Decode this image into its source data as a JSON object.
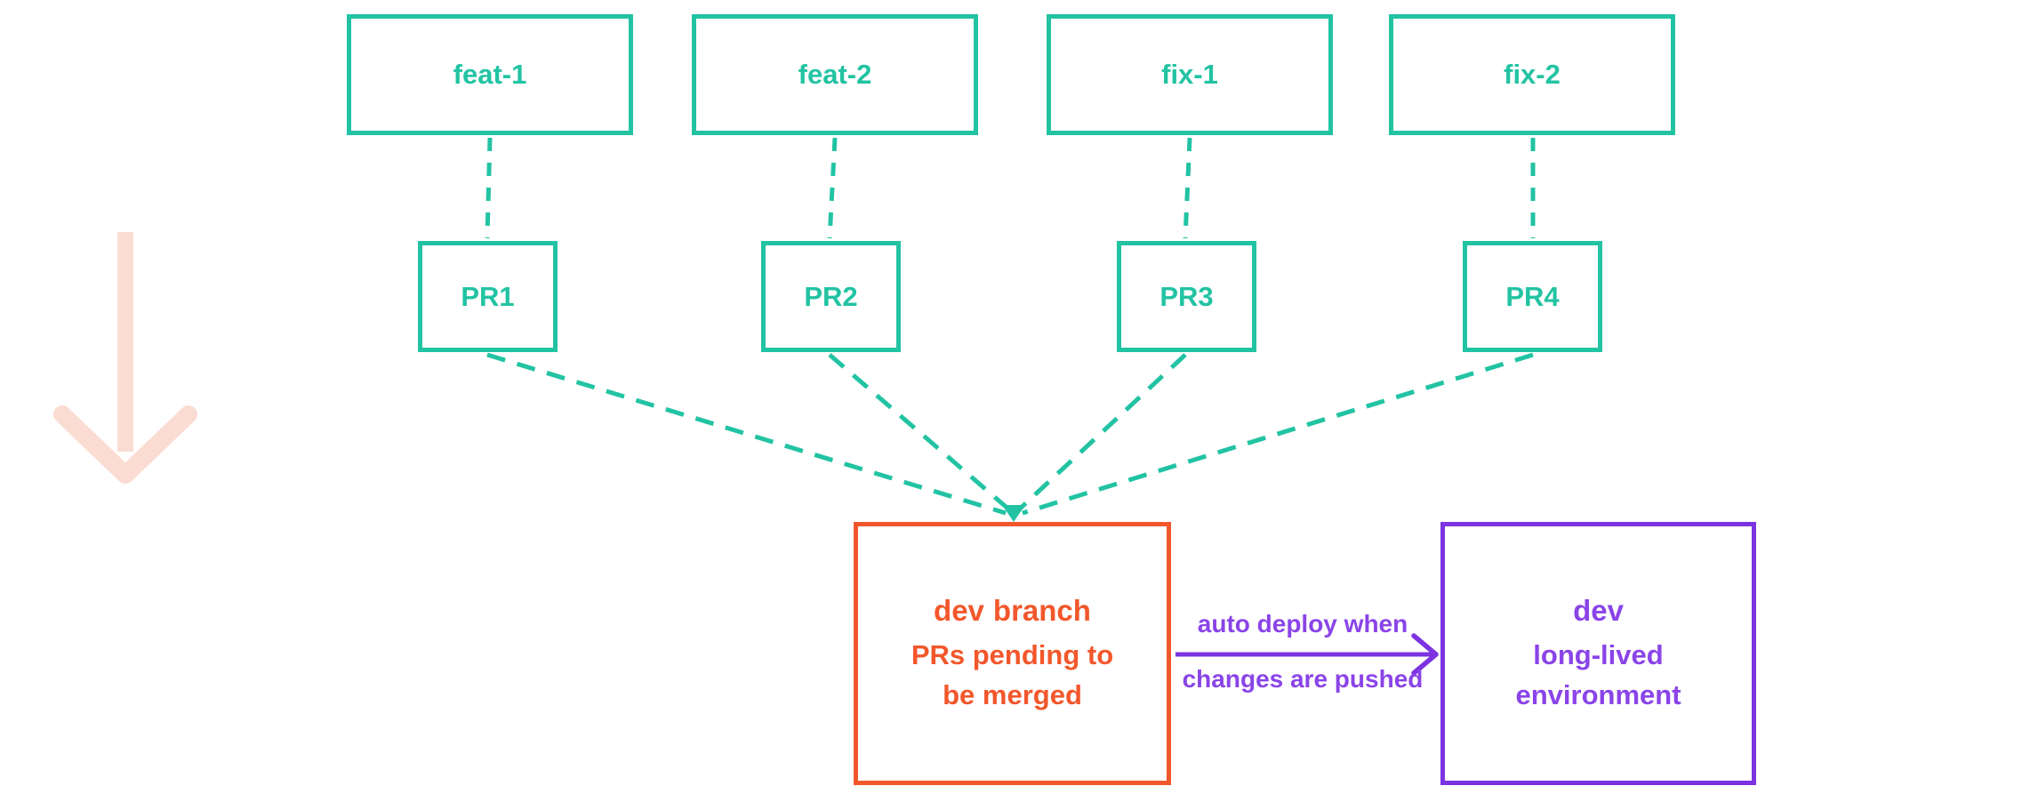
{
  "diagram": {
    "branches": [
      {
        "label": "feat-1"
      },
      {
        "label": "feat-2"
      },
      {
        "label": "fix-1"
      },
      {
        "label": "fix-2"
      }
    ],
    "pull_requests": [
      {
        "label": "PR1"
      },
      {
        "label": "PR2"
      },
      {
        "label": "PR3"
      },
      {
        "label": "PR4"
      }
    ],
    "dev_branch": {
      "title_emphasis": "dev",
      "title_rest": "branch",
      "subtitle_line1": "PRs pending to",
      "subtitle_line2": "be merged"
    },
    "deploy_arrow": {
      "label_line1": "auto deploy when",
      "label_line2": "changes are pushed"
    },
    "environment": {
      "title": "dev",
      "subtitle_line1": "long-lived",
      "subtitle_line2": "environment"
    },
    "colors": {
      "teal": "#22C3A3",
      "orange": "#F2572B",
      "purple": "#7C33E0",
      "purple_text": "#8A44E8",
      "pink_arrow": "#FBDCD3"
    }
  }
}
